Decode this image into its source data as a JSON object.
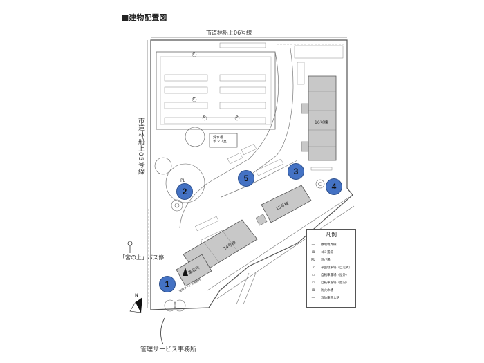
{
  "title": "■建物配置図",
  "roads": {
    "north": "市道林船上06号線",
    "west": "市道林船上05号線"
  },
  "facilities": {
    "pump_room": "受水槽\nポンプ室",
    "meeting_hall": "集会所",
    "office_small": "管理サービス事務所",
    "bus_stop": "「宮の上」バス停",
    "office_main": "管理サービス事務所",
    "playground": "PL"
  },
  "buildings": {
    "b14": "14号棟",
    "b15": "15号棟",
    "b16": "16号棟"
  },
  "markers": [
    "1",
    "2",
    "3",
    "4",
    "5"
  ],
  "parking_symbol": "P",
  "north_symbol": "N",
  "legend": {
    "title": "凡例",
    "items": [
      {
        "symbol": "—",
        "label": "敷地境界線"
      },
      {
        "symbol": "⊠",
        "label": "ゴミ置場"
      },
      {
        "symbol": "PL",
        "label": "遊び場"
      },
      {
        "symbol": "P",
        "label": "平面駐車場（自走式）"
      },
      {
        "symbol": "▭",
        "label": "自転車置場（屋外）"
      },
      {
        "symbol": "▭",
        "label": "自転車置場（屋内）"
      },
      {
        "symbol": "⊠",
        "label": "防火水槽"
      },
      {
        "symbol": "—",
        "label": "消防車進入路"
      }
    ]
  },
  "colors": {
    "marker": "#4472c4",
    "building": "#c8c8c8",
    "line": "#555555"
  }
}
